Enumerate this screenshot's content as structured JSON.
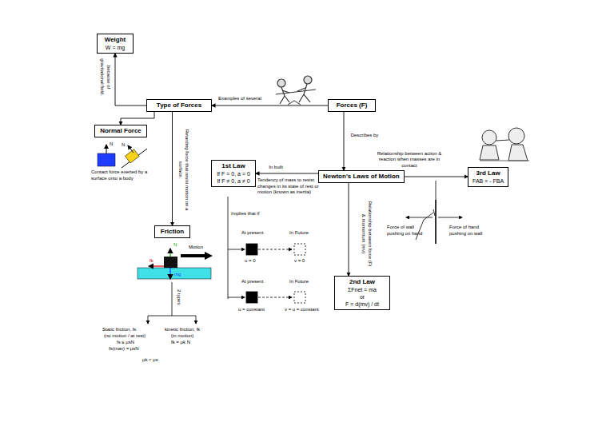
{
  "diagram": {
    "nodes": [
      {
        "text": [
          "Weight",
          "W = mg"
        ]
      },
      {
        "text": [
          "Type of Forces"
        ]
      },
      {
        "text": [
          "Forces (F)"
        ]
      },
      {
        "text": [
          "Normal Force"
        ]
      },
      {
        "text": [
          "Friction"
        ]
      },
      {
        "text": [
          "1st Law",
          "If F = 0, a = 0",
          "If F ≠ 0, a ≠ 0"
        ]
      },
      {
        "text": [
          "Newton's Laws of Motion"
        ]
      },
      {
        "text": [
          "3rd Law",
          "FAB = - FBA"
        ]
      },
      {
        "text": [
          "2nd Law",
          "ΣFnet = ma",
          "or",
          "F = d(mv) / dt"
        ]
      }
    ],
    "edges": [
      {
        "from": 1,
        "to": 0,
        "arrow": "to",
        "label": "because of gravitational field."
      },
      {
        "from": 2,
        "to": 1,
        "arrow": "to",
        "label": "Examples of several"
      },
      {
        "from": 1,
        "to": 3,
        "arrow": "to"
      },
      {
        "from": 1,
        "to": 4,
        "arrow": "to",
        "label": "Retarding force that resist motion on a surface."
      },
      {
        "from": 2,
        "to": 6,
        "arrow": "to",
        "label": "Describes by"
      },
      {
        "from": 6,
        "to": 5,
        "arrow": "to",
        "label": "In built"
      },
      {
        "from": 6,
        "to": 8,
        "arrow": "to",
        "label": "Relationship between force (F) & momentum (mv)"
      },
      {
        "from": 6,
        "to": 7,
        "arrow": "to",
        "label": "Relationship between action & reaction when masses are in contact"
      }
    ],
    "labels": [
      "Contact force exerted by a surface onto a body",
      "N",
      "N",
      "N",
      "mg",
      "fk",
      "Motion",
      "2 types",
      "Static friction, fs",
      "(no motion / at rest)",
      "fs ≤ μsN",
      "fs(max) = μsN",
      "kinetic friction, fk",
      "(in motion)",
      "fk = μk N",
      "μk < μs",
      "Tendency of mass to resist changes in its state of rest or motion (known as inertia)",
      "Implies that if",
      "At present",
      "In Future",
      "u = 0",
      "v = 0",
      "At present",
      "In Future",
      "u = constant",
      "v = u = constant",
      "Force of wall pushing on hand",
      "Force of hand pushing on wall"
    ]
  }
}
